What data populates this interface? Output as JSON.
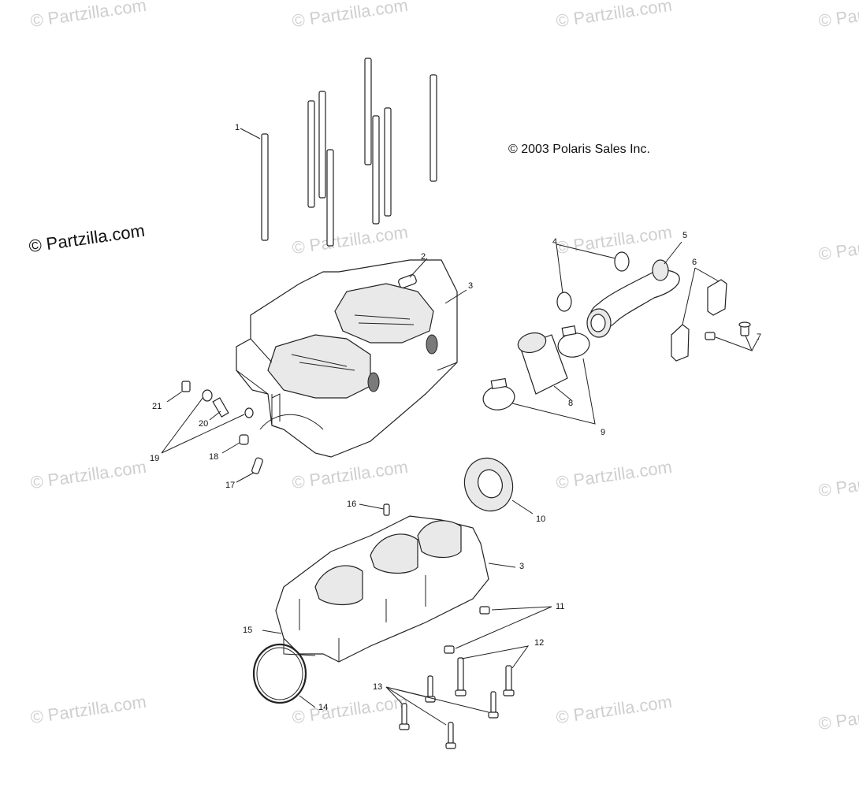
{
  "copyright": "© 2003 Polaris Sales Inc.",
  "watermark_main": "© Partzilla.com",
  "watermark": "© Partzilla.com",
  "callouts": {
    "c1": "1",
    "c2": "2",
    "c3a": "3",
    "c3b": "3",
    "c4": "4",
    "c5": "5",
    "c6": "6",
    "c7": "7",
    "c8": "8",
    "c9": "9",
    "c10": "10",
    "c11": "11",
    "c12": "12",
    "c13": "13",
    "c14": "14",
    "c15": "15",
    "c16": "16",
    "c17": "17",
    "c18": "18",
    "c19": "19",
    "c20": "20",
    "c21": "21"
  }
}
